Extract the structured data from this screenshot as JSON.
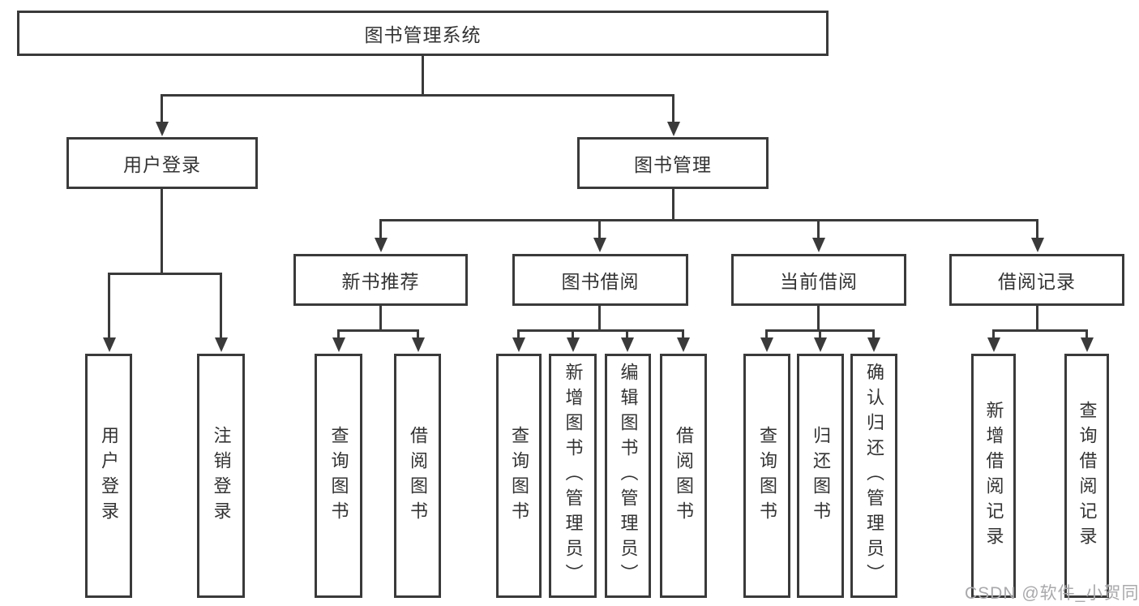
{
  "diagram": {
    "root": {
      "label": "图书管理系统"
    },
    "level2": [
      {
        "label": "用户登录"
      },
      {
        "label": "图书管理"
      }
    ],
    "level3": [
      {
        "label": "新书推荐",
        "parent": "图书管理"
      },
      {
        "label": "图书借阅",
        "parent": "图书管理"
      },
      {
        "label": "当前借阅",
        "parent": "图书管理"
      },
      {
        "label": "借阅记录",
        "parent": "图书管理"
      }
    ],
    "leaves": [
      {
        "label": "用户登录",
        "parent": "用户登录"
      },
      {
        "label": "注销登录",
        "parent": "用户登录"
      },
      {
        "label": "查询图书",
        "parent": "新书推荐"
      },
      {
        "label": "借阅图书",
        "parent": "新书推荐"
      },
      {
        "label": "查询图书",
        "parent": "图书借阅"
      },
      {
        "label": "新增图书（管理员）",
        "parent": "图书借阅"
      },
      {
        "label": "编辑图书（管理员）",
        "parent": "图书借阅"
      },
      {
        "label": "借阅图书",
        "parent": "图书借阅"
      },
      {
        "label": "查询图书",
        "parent": "当前借阅"
      },
      {
        "label": "归还图书",
        "parent": "当前借阅"
      },
      {
        "label": "确认归还（管理员）",
        "parent": "当前借阅"
      },
      {
        "label": "新增借阅记录",
        "parent": "借阅记录"
      },
      {
        "label": "查询借阅记录",
        "parent": "借阅记录"
      }
    ]
  },
  "watermark": {
    "text": "CSDN @软件_小贺同学"
  },
  "colors": {
    "line": "#3a3a3a",
    "text": "#333333",
    "watermark": "#a9a9ac",
    "background": "#ffffff"
  }
}
